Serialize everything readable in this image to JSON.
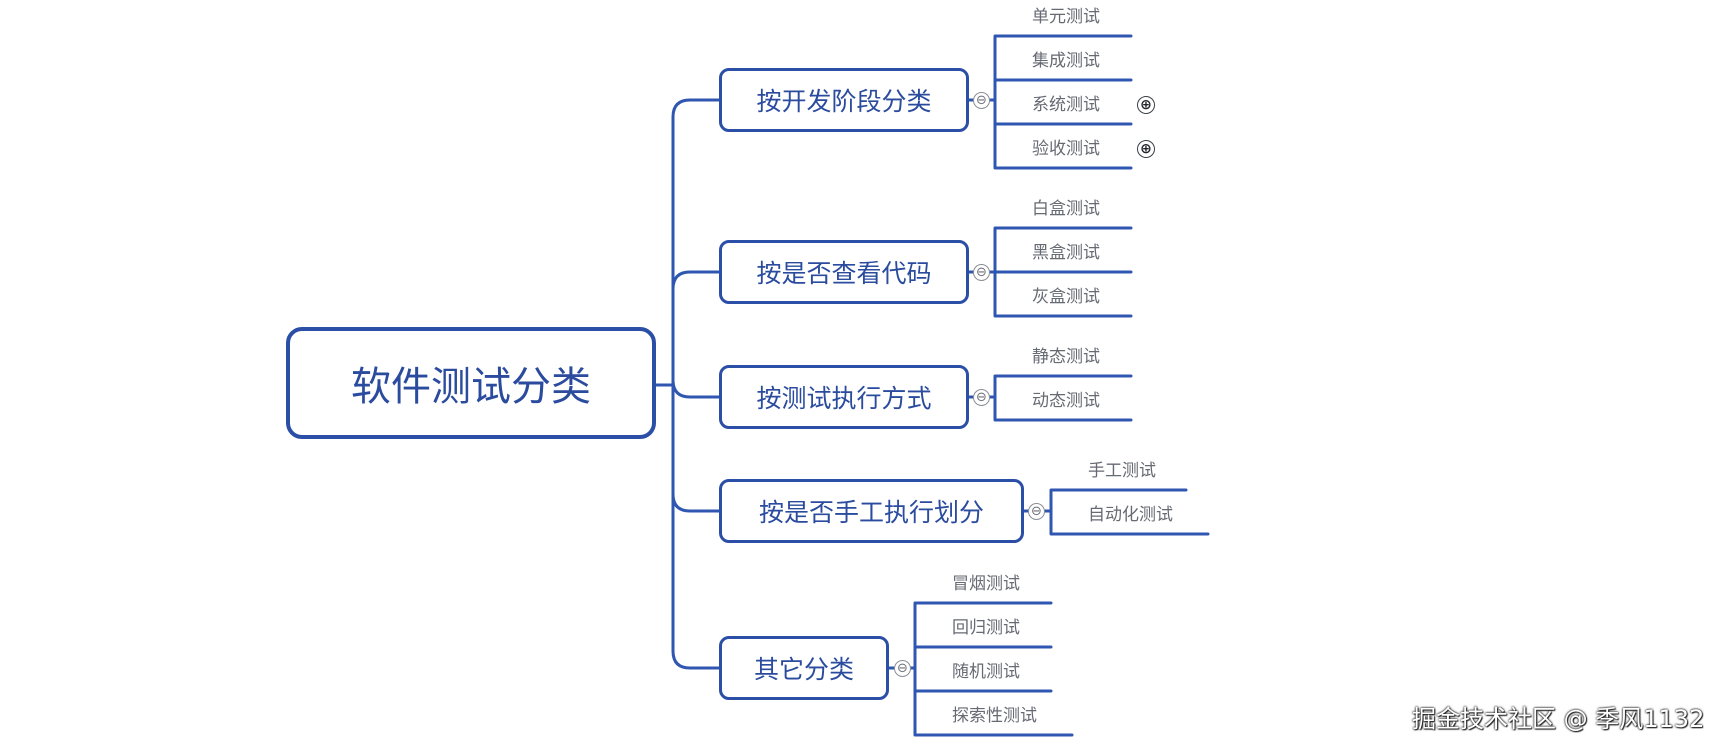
{
  "mindmap": {
    "root": "软件测试分类",
    "branches": [
      {
        "label": "按开发阶段分类",
        "toggle": "⊖",
        "leaves": [
          "单元测试",
          "集成测试",
          "系统测试",
          "验收测试"
        ],
        "leaf_toggles": [
          "",
          "",
          "⊕",
          "⊕"
        ]
      },
      {
        "label": "按是否查看代码",
        "toggle": "⊖",
        "leaves": [
          "白盒测试",
          "黑盒测试",
          "灰盒测试"
        ]
      },
      {
        "label": "按测试执行方式",
        "toggle": "⊖",
        "leaves": [
          "静态测试",
          "动态测试"
        ]
      },
      {
        "label": "按是否手工执行划分",
        "toggle": "⊖",
        "leaves": [
          "手工测试",
          "自动化测试"
        ]
      },
      {
        "label": "其它分类",
        "toggle": "⊖",
        "leaves": [
          "冒烟测试",
          "回归测试",
          "随机测试",
          "探索性测试"
        ]
      }
    ]
  },
  "watermark": "掘金技术社区 @ 季风1132",
  "colors": {
    "node_border": "#2b4fa6",
    "node_text": "#2a4b9e",
    "connector": "#2f56b0",
    "leaf_text": "#666a73"
  }
}
